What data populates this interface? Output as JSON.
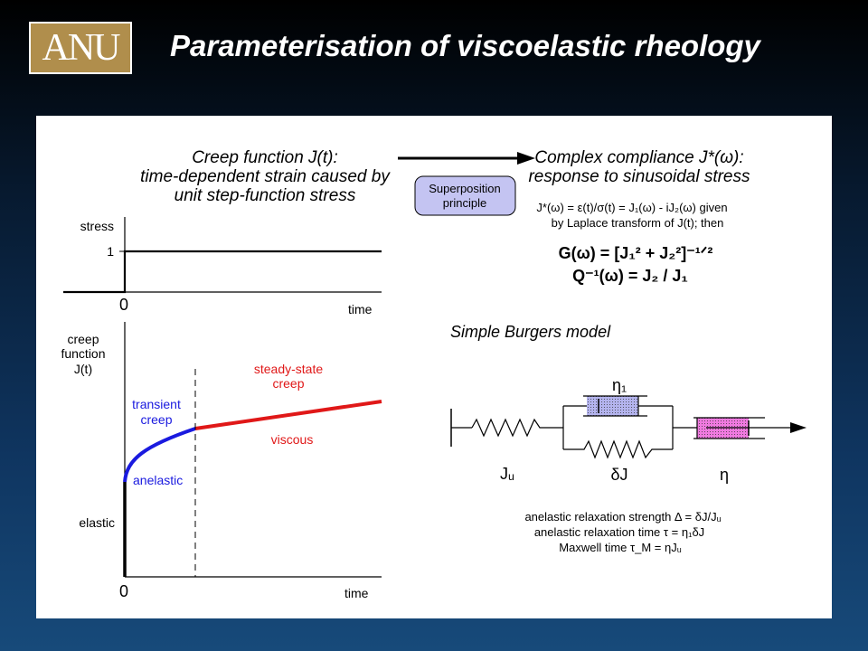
{
  "header": {
    "logo_text": "ANU",
    "title": "Parameterisation of viscoelastic rheology"
  },
  "creep": {
    "heading": [
      "Creep function J(t):",
      "time-dependent strain caused by",
      "unit step-function stress"
    ],
    "stress_axis_label": "stress",
    "stress_one": "1",
    "origin_label": "0",
    "time_label": "time",
    "creep_axis_label": [
      "creep",
      "function",
      "J(t)"
    ],
    "labels": {
      "elastic": "elastic",
      "anelastic": "anelastic",
      "transient": [
        "transient",
        "creep"
      ],
      "steady": [
        "steady-state",
        "creep"
      ],
      "viscous": "viscous"
    },
    "colors": {
      "transient": "#1a1adf",
      "steady": "#e01818"
    }
  },
  "superposition": {
    "label": [
      "Superposition",
      "principle"
    ],
    "fill": "#c4c4f2"
  },
  "compliance": {
    "heading": [
      "Complex compliance J*(ω):",
      "response to sinusoidal stress"
    ],
    "line1": "J*(ω) = ε(t)/σ(t) = J₁(ω) - iJ₂(ω) given",
    "line2": "by Laplace transform of J(t); then",
    "eq1": "G(ω) = [J₁² + J₂²]⁻¹ᐟ²",
    "eq2": "Q⁻¹(ω) = J₂ / J₁"
  },
  "burgers": {
    "heading": "Simple Burgers model",
    "eta1": "η₁",
    "ju": "Jᵤ",
    "dj": "δJ",
    "eta": "η",
    "dashpot_colors": [
      "#b4b4ee",
      "#f07ae0"
    ],
    "notes": [
      "anelastic relaxation strength Δ = δJ/Jᵤ",
      "anelastic relaxation time τ = η₁δJ",
      "Maxwell time τ_M = ηJᵤ"
    ]
  }
}
